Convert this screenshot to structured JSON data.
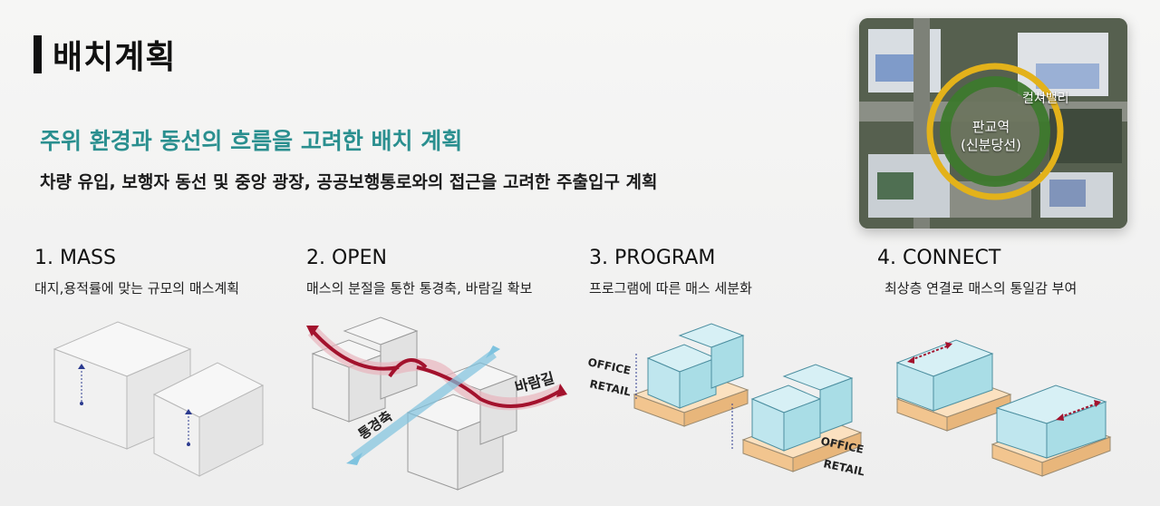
{
  "page_title": "배치계획",
  "headline": "주위 환경과 동선의 흐름을 고려한 배치 계획",
  "subline": "차량 유입, 보행자 동선 및 중앙 광장, 공공보행통로와의 접근을 고려한 주출입구 계획",
  "site_photo": {
    "culture_label": "컬쳐밸리",
    "station_label_1": "판교역",
    "station_label_2": "(신분당선)"
  },
  "steps": [
    {
      "title": "1. MASS",
      "desc": "대지,용적률에 맞는 규모의 매스계획"
    },
    {
      "title": "2. OPEN",
      "desc": "매스의 분절을 통한 통경축, 바람길 확보",
      "wind_label": "바람길",
      "view_label": "통경축"
    },
    {
      "title": "3. PROGRAM",
      "desc": "프로그램에 따른 매스 세분화",
      "office_label": "OFFICE",
      "retail_label": "RETAIL"
    },
    {
      "title": "4. CONNECT",
      "desc": "최상층 연결로 매스의 통일감 부여"
    }
  ],
  "colors": {
    "accent": "#2a8f8f",
    "ring": "#e3b21a",
    "green_ring": "#3e7a2e",
    "mass_blue": "#a9dde6",
    "podium": "#f2c58f",
    "arrow_red": "#a3122d",
    "arrow_blue": "#7fc3df"
  }
}
